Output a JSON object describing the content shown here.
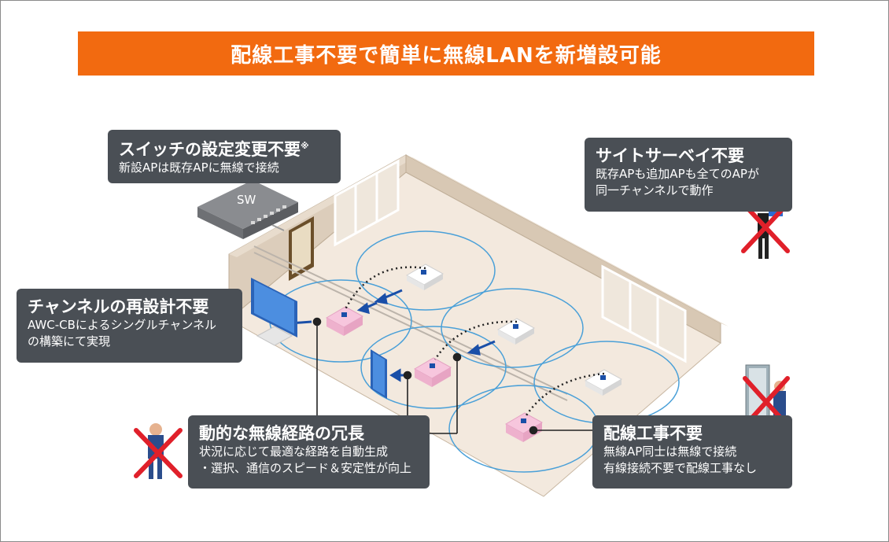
{
  "banner": {
    "title": "配線工事不要で簡単に無線LANを新増設可能"
  },
  "callouts": {
    "switch": {
      "title": "スイッチの設定変更不要",
      "mark": "※",
      "desc": "新設APは既存APに無線で接続"
    },
    "survey": {
      "title": "サイトサーベイ不要",
      "desc1": "既存APも追加APも全てのAPが",
      "desc2": "同一チャンネルで動作"
    },
    "channel": {
      "title": "チャンネルの再設計不要",
      "desc1": "AWC-CBによるシングルチャンネル",
      "desc2": "の構築にて実現"
    },
    "route": {
      "title": "動的な無線経路の冗長",
      "desc1": "状況に応じて最適な経路を自動生成",
      "desc2": "・選択、通信のスピード＆安定性が向上"
    },
    "wiring": {
      "title": "配線工事不要",
      "desc1": "無線AP同士は無線で接続",
      "desc2": "有線接続不要で配線工事なし"
    }
  },
  "device": {
    "switch_label": "SW"
  },
  "colors": {
    "banner": "#f26a10",
    "callout_bg": "#4a4f55",
    "cross": "#e0202a",
    "wave": "#4aa0d8",
    "new_ap": "#f5b8d6",
    "arrow": "#1a4fa8"
  }
}
